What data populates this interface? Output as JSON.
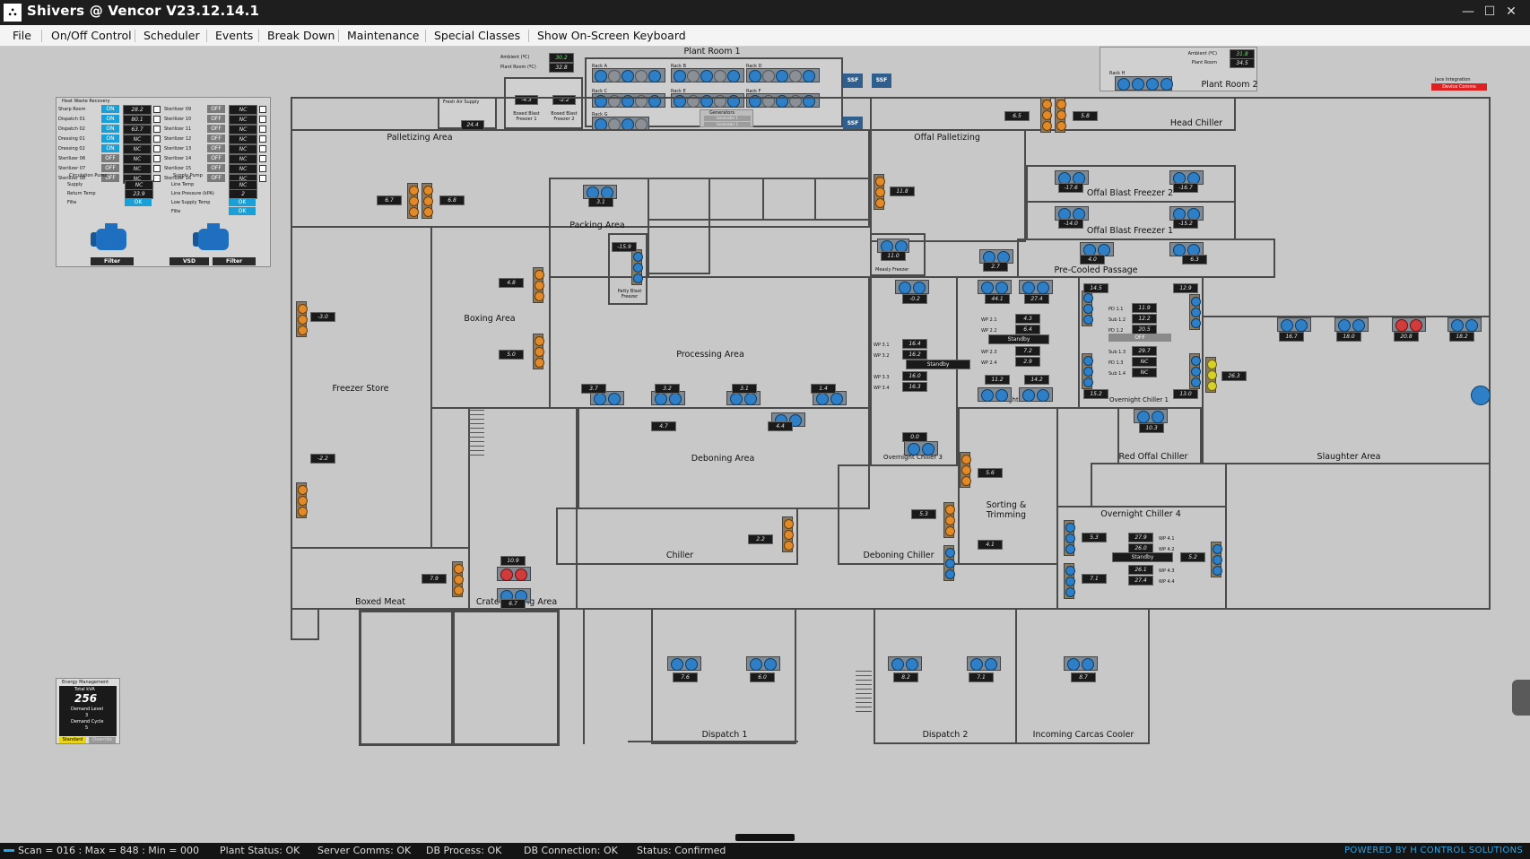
{
  "window": {
    "title": "Shivers @ Vencor V23.12.14.1",
    "minimize": "—",
    "maximize": "☐",
    "close": "✕"
  },
  "menu": [
    "File",
    "On/Off Control",
    "Scheduler",
    "Events",
    "Break Down",
    "Maintenance",
    "Special Classes",
    "Show On-Screen Keyboard"
  ],
  "status": {
    "scan": "Scan = 016 : Max = 848 : Min = 000",
    "plant": "Plant Status: OK",
    "server": "Server Comms: OK",
    "db_process": "DB Process:  OK",
    "db_connection": "DB Connection:  OK",
    "state": "Status:  Confirmed",
    "brand": "POWERED BY H CONTROL SOLUTIONS"
  },
  "rooms": {
    "plant_room_1": "Plant Room 1",
    "plant_room_2": "Plant Room 2",
    "head_chiller": "Head Chiller",
    "palletizing": "Palletizing Area",
    "offal_palletizing": "Offal Palletizing",
    "offal_blast_2": "Offal Blast Freezer 2",
    "offal_blast_1": "Offal Blast Freezer 1",
    "packing": "Packing Area",
    "boxing": "Boxing Area",
    "pre_cooled": "Pre-Cooled Passage",
    "freezer_store": "Freezer Store",
    "processing": "Processing Area",
    "overnight_2": "Overnight Chiller 2",
    "overnight_1": "Overnight Chiller 1",
    "overnight_3": "Overnight Chiller 3",
    "deboning_area": "Deboning Area",
    "red_offal": "Red Offal Chiller",
    "slaughter": "Slaughter Area",
    "sorting": "Sorting & Trimming",
    "overnight_4": "Overnight Chiller 4",
    "chiller": "Chiller",
    "deboning_chiller": "Deboning Chiller",
    "boxed_meat": "Boxed Meat",
    "crate_packing": "Crate Packing Area",
    "dispatch_1": "Dispatch 1",
    "dispatch_2": "Dispatch 2",
    "incoming": "Incoming Carcas Cooler",
    "patty_blast": "Patty Blast Freezer",
    "measly_freezer": "Measly Freezer",
    "boxed_blast_1": "Boxed Blast Freezer 1",
    "boxed_blast_2": "Boxed Blast Freezer 2",
    "fresh_air": "Fresh Air Supply"
  },
  "plant_room_1": {
    "ambient_label": "Ambient (ºC)",
    "ambient": "30.2",
    "plant_label": "Plant Room (ºC)",
    "plant": "32.8",
    "racks": [
      "Rack A",
      "Rack B",
      "Rack C",
      "Rack D",
      "Rack E",
      "Rack F",
      "Rack G"
    ],
    "generators": [
      "Generators",
      "Generator 1",
      "Generator 2"
    ],
    "ssf": "SSF"
  },
  "plant_room_2": {
    "ambient_label": "Ambient (ºC)",
    "ambient": "31.8",
    "plant_label": "Plant Room",
    "plant": "34.5",
    "rack": "Rack H"
  },
  "integration": {
    "label": "Jace Integration",
    "alarm": "Device Comms"
  },
  "heat_waste": {
    "title": "Heat Waste Recovery",
    "left": [
      {
        "name": "Sharp Room",
        "state": "ON",
        "value": "28.2"
      },
      {
        "name": "Dispatch 01",
        "state": "ON",
        "value": "80.1"
      },
      {
        "name": "Dispatch 02",
        "state": "ON",
        "value": "63.7"
      },
      {
        "name": "Dressing 01",
        "state": "ON",
        "value": "NC"
      },
      {
        "name": "Dressing 02",
        "state": "ON",
        "value": "NC"
      },
      {
        "name": "Sterilizer 06",
        "state": "OFF",
        "value": "NC"
      },
      {
        "name": "Sterilizer 07",
        "state": "OFF",
        "value": "NC"
      },
      {
        "name": "Sterilizer 08",
        "state": "OFF",
        "value": "NC"
      }
    ],
    "right": [
      {
        "name": "Sterilizer 09",
        "state": "OFF",
        "value": "NC"
      },
      {
        "name": "Sterilizer 10",
        "state": "OFF",
        "value": "NC"
      },
      {
        "name": "Sterilizer 11",
        "state": "OFF",
        "value": "NC"
      },
      {
        "name": "Sterilizer 12",
        "state": "OFF",
        "value": "NC"
      },
      {
        "name": "Sterilizer 13",
        "state": "OFF",
        "value": "NC"
      },
      {
        "name": "Sterilizer 14",
        "state": "OFF",
        "value": "NC"
      },
      {
        "name": "Sterilizer 15",
        "state": "OFF",
        "value": "NC"
      },
      {
        "name": "Sterilizer 16",
        "state": "OFF",
        "value": "NC"
      }
    ],
    "circ_pump": "Circulation Pump",
    "supply_pump": "Supply Pump",
    "circ_rows": [
      {
        "name": "Supply",
        "value": "NC"
      },
      {
        "name": "Return Temp",
        "value": "23.9"
      },
      {
        "name": "Filte",
        "value": "OK"
      }
    ],
    "supply_rows": [
      {
        "name": "Line Temp",
        "value": "NC"
      },
      {
        "name": "Line Pressure (kPA)",
        "value": "2"
      },
      {
        "name": "Low Supply Temp",
        "value": "OK"
      },
      {
        "name": "Filte",
        "value": "OK"
      }
    ],
    "filter": "Filter",
    "vsd": "VSD"
  },
  "energy": {
    "title": "Energy Management",
    "kva_label": "Total kVA",
    "kva": "256",
    "demand_level_label": "Demand Level",
    "demand_level": "3",
    "demand_cycle_label": "Demand Cycle",
    "demand_cycle": "5",
    "mode": "Standard",
    "mode2": "Override"
  },
  "readings": {
    "head_chiller_l": "6.5",
    "head_chiller_r": "5.8",
    "palletizing_l": "6.7",
    "palletizing_r": "6.8",
    "packing": "3.1",
    "patty": "-15.9",
    "offal_pal": "11.8",
    "ob2_l": "-17.6",
    "ob2_r": "-16.7",
    "ob1_l": "-14.0",
    "ob1_r": "-15.2",
    "measly": "11.0",
    "pre_cooled_l": "2.7",
    "pre_cooled_m": "4.0",
    "pre_cooled_r": "6.3",
    "boxing_1": "4.8",
    "boxing_2": "5.0",
    "freezer_1": "-3.0",
    "freezer_2": "-2.2",
    "proc_1": "3.7",
    "proc_2": "3.2",
    "proc_3": "3.1",
    "proc_4": "1.4",
    "debone_1": "4.7",
    "debone_2": "4.4",
    "oc3_a": "-0.2",
    "oc3_wp1": "16.4",
    "oc3_wp2": "16.2",
    "oc3_wp3": "16.0",
    "oc3_wp4": "16.3",
    "oc3_bottom": "0.0",
    "oc2_a": "44.1",
    "oc2_b": "27.4",
    "oc2_wp1": "4.3",
    "oc2_wp2": "6.4",
    "oc2_wp3": "7.2",
    "oc2_wp4": "2.9",
    "oc2_c": "11.2",
    "oc2_d": "14.2",
    "oc1_a": "14.5",
    "oc1_b": "12.9",
    "oc1_pd1": "11.9",
    "oc1_sub1": "12.2",
    "oc1_pd2": "20.5",
    "oc1_off": "OFF",
    "oc1_sub2": "29.7",
    "oc1_pd3": "NC",
    "oc1_sub3": "NC",
    "oc1_c": "15.2",
    "oc1_d": "13.0",
    "slaughter_1": "16.7",
    "slaughter_2": "18.0",
    "slaughter_3": "20.8",
    "slaughter_4": "18.2",
    "yellow": "26.3",
    "red_offal": "10.3",
    "oc3_bottom_val": "0.0",
    "sorting_1": "5.6",
    "sorting_2": "4.1",
    "deb_chiller": "5.3",
    "chiller": "2.2",
    "crate_1": "10.9",
    "crate_2": "6.7",
    "boxed_meat": "7.9",
    "oc4_a": "5.3",
    "oc4_wp1": "27.9",
    "oc4_wp2": "26.0",
    "oc4_wp3": "26.1",
    "oc4_wp4": "27.4",
    "oc4_b": "5.2",
    "oc4_c": "7.1",
    "dispatch_1a": "7.6",
    "dispatch_1b": "6.0",
    "dispatch_2a": "8.2",
    "dispatch_2b": "7.1",
    "incoming": "8.7",
    "boxed_blast_1": "-4.3",
    "boxed_blast_2": "-2.2",
    "fresh_air": "24.4",
    "standby": "Standby"
  },
  "wp_labels": [
    "WP 3.1",
    "WP 3.2",
    "WP 3.3",
    "WP 3.4",
    "WP 2.1",
    "WP 2.2",
    "WP 2.3",
    "WP 2.4",
    "WP 4.1",
    "WP 4.2",
    "WP 4.3",
    "WP 4.4"
  ],
  "pd_labels": [
    "PD 1.1",
    "Sub 1.2",
    "PD 1.2",
    "Sub 1.3",
    "PD 1.3",
    "Sub 1.4"
  ],
  "accent": {
    "blue": "#2e7fc6",
    "orange": "#e08a2a",
    "red": "#d03b3b",
    "cyan": "#1aa0d8"
  }
}
